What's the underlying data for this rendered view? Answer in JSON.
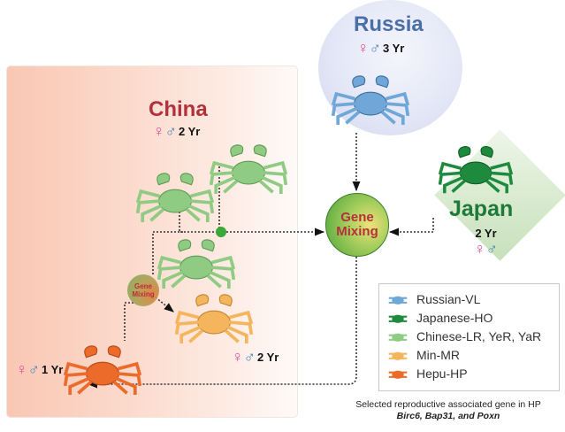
{
  "regions": {
    "china": {
      "title": "China",
      "generation": "2 Yr"
    },
    "russia": {
      "title": "Russia",
      "generation": "3 Yr"
    },
    "japan": {
      "title": "Japan",
      "generation": "2 Yr"
    }
  },
  "populations": {
    "min_mr": {
      "generation": "2 Yr"
    },
    "hepu_hp": {
      "generation": "1 Yr"
    }
  },
  "gene_mixing": {
    "line1": "Gene",
    "line2": "Mixing"
  },
  "legend": {
    "items": [
      {
        "label": "Russian-VL",
        "color": "#6fa7d8"
      },
      {
        "label": "Japanese-HO",
        "color": "#1e8a3e"
      },
      {
        "label": "Chinese-LR, YeR, YaR",
        "color": "#8fcb82"
      },
      {
        "label": "Min-MR",
        "color": "#f5b55c"
      },
      {
        "label": "Hepu-HP",
        "color": "#ec6a2a"
      }
    ]
  },
  "caption": {
    "line1": "Selected reproductive associated gene in HP",
    "genes": "Birc6, Bap31, and Poxn"
  },
  "colors": {
    "female": "#e0509a",
    "male": "#4a86b8",
    "title_red": "#b3313a",
    "russia_blue": "#4a6ea6",
    "japan_green": "#1d7a3a"
  }
}
